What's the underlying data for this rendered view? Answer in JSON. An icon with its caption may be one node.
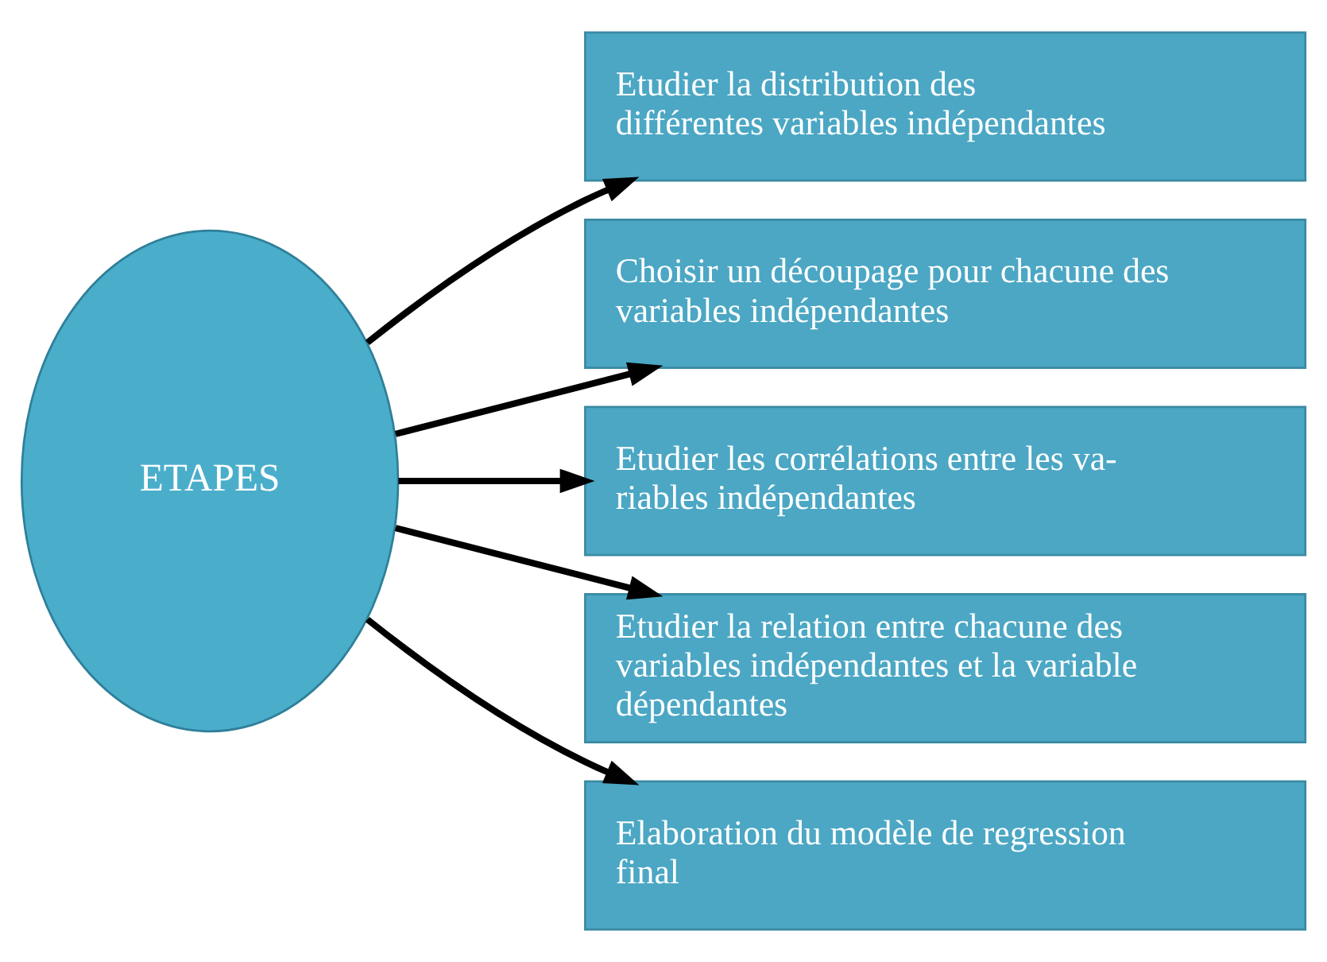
{
  "diagram": {
    "nodes": [
      {
        "text": [
          "ETAPES"
        ]
      },
      {
        "text": [
          "Etudier la distribution des différentes variables indépendantes"
        ]
      },
      {
        "text": [
          "Choisir un découpage pour chacune des variables indépendantes"
        ]
      },
      {
        "text": [
          "Etudier les corrélations entre les va- riables indépendantes"
        ]
      },
      {
        "text": [
          "Etudier la relation entre chacune des variables indépendantes et la variable dépendantes"
        ]
      },
      {
        "text": [
          "Elaboration du modèle de regression final"
        ]
      }
    ],
    "edges": [
      {
        "from": 0,
        "to": 1,
        "arrow": "to"
      },
      {
        "from": 0,
        "to": 2,
        "arrow": "to"
      },
      {
        "from": 0,
        "to": 3,
        "arrow": "to"
      },
      {
        "from": 0,
        "to": 4,
        "arrow": "to"
      },
      {
        "from": 0,
        "to": 5,
        "arrow": "to"
      }
    ]
  }
}
